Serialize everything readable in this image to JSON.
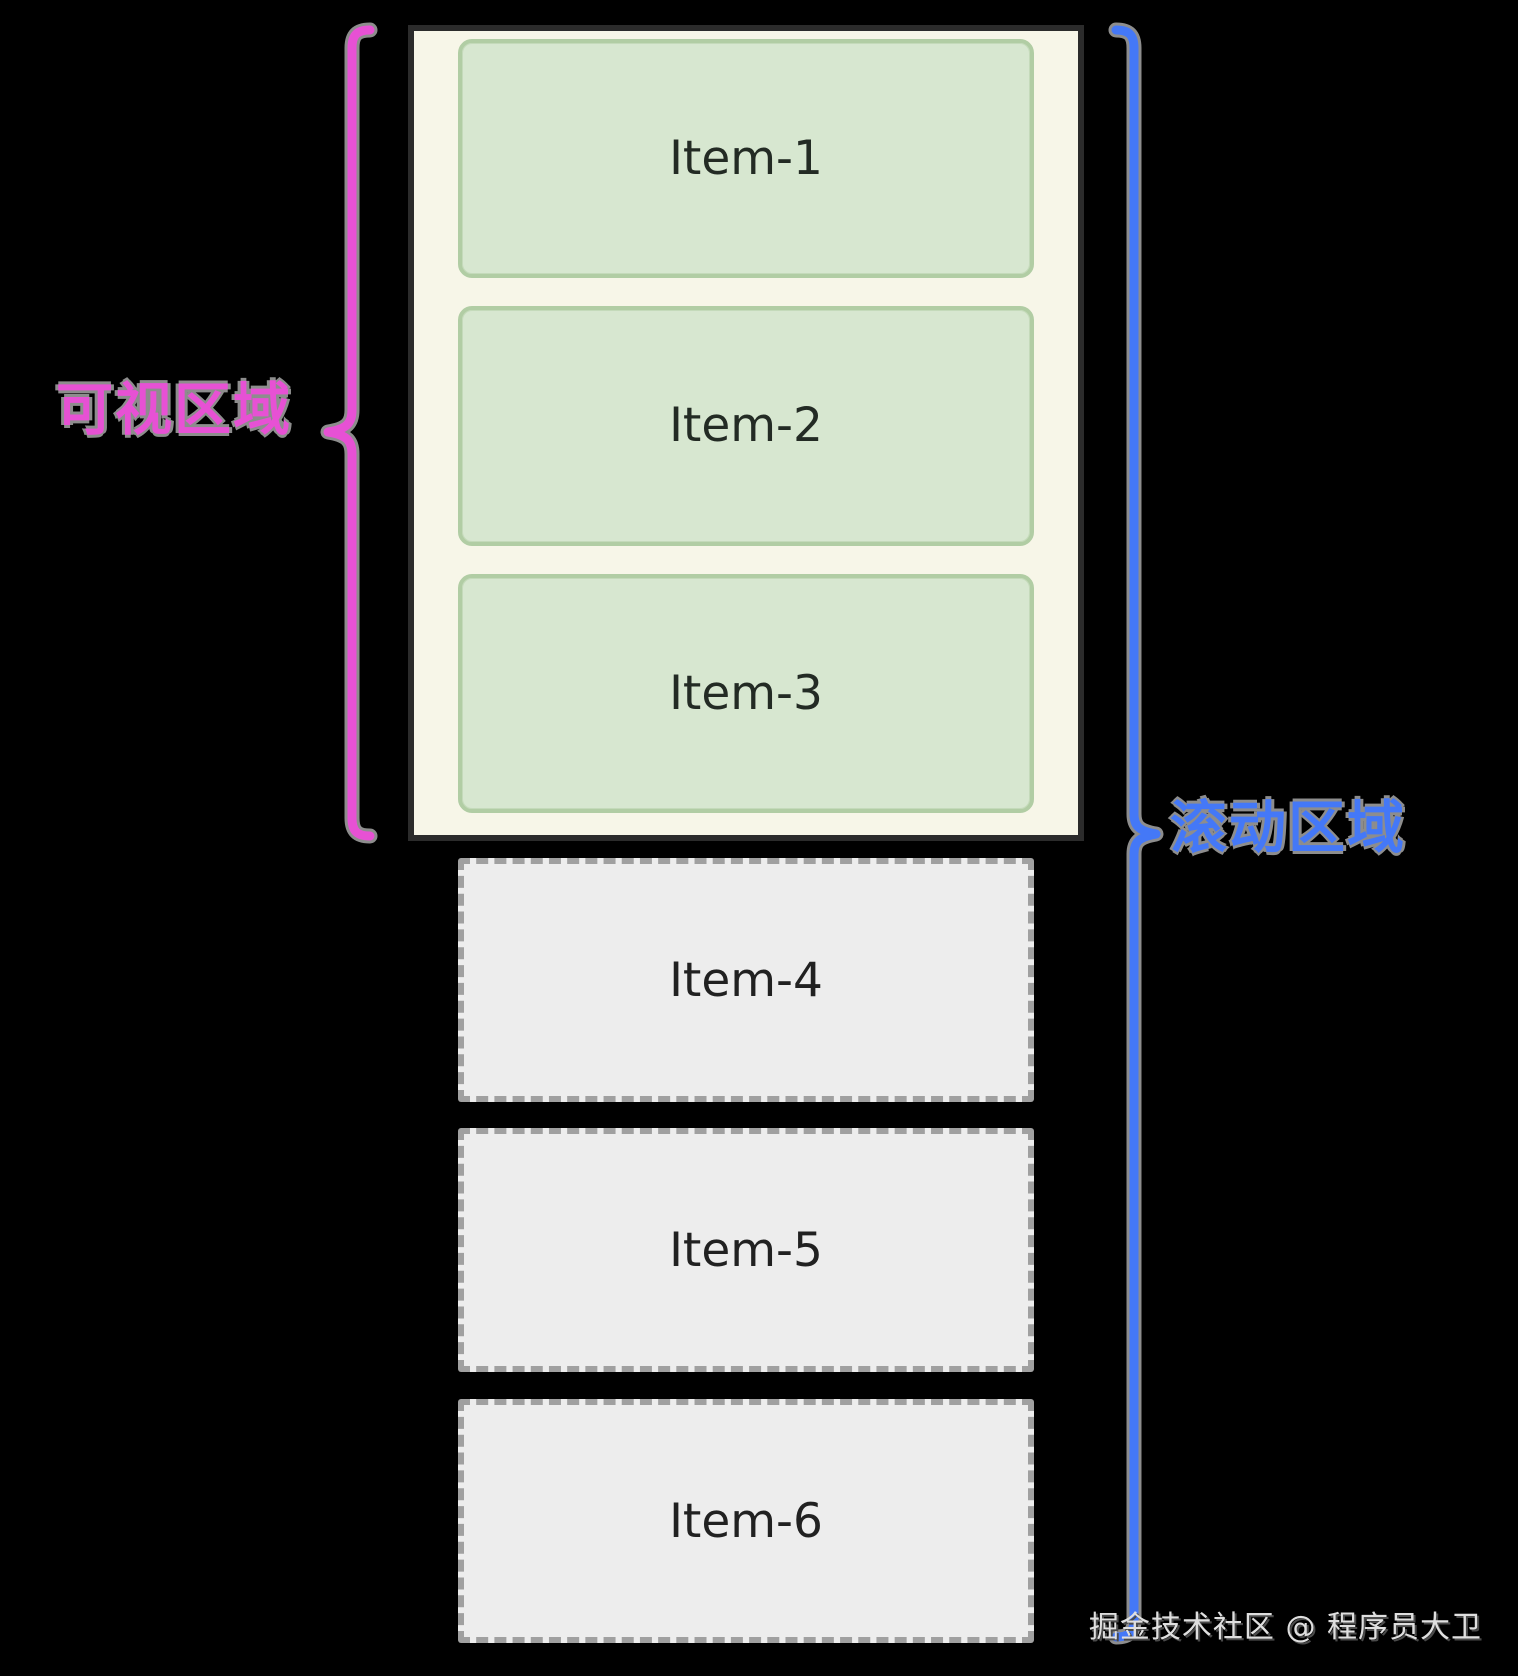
{
  "diagram": {
    "background": "#000000",
    "shadow_color": "#8d8d8d",
    "viewport": {
      "label": "可视区域",
      "accent_color": "#e751d4",
      "container_fill": "#f7f6e8",
      "container_border": "#2b2b2b",
      "item_fill": "#d7e7d0",
      "item_border": "#b1cda4",
      "items": [
        {
          "label": "Item-1"
        },
        {
          "label": "Item-2"
        },
        {
          "label": "Item-3"
        }
      ]
    },
    "scroll": {
      "label": "滚动区域",
      "accent_color": "#4478f7",
      "item_fill": "#ededed",
      "item_border": "#a0a0a0",
      "items": [
        {
          "label": "Item-4"
        },
        {
          "label": "Item-5"
        },
        {
          "label": "Item-6"
        }
      ]
    },
    "watermark": "掘金技术社区 @ 程序员大卫"
  }
}
